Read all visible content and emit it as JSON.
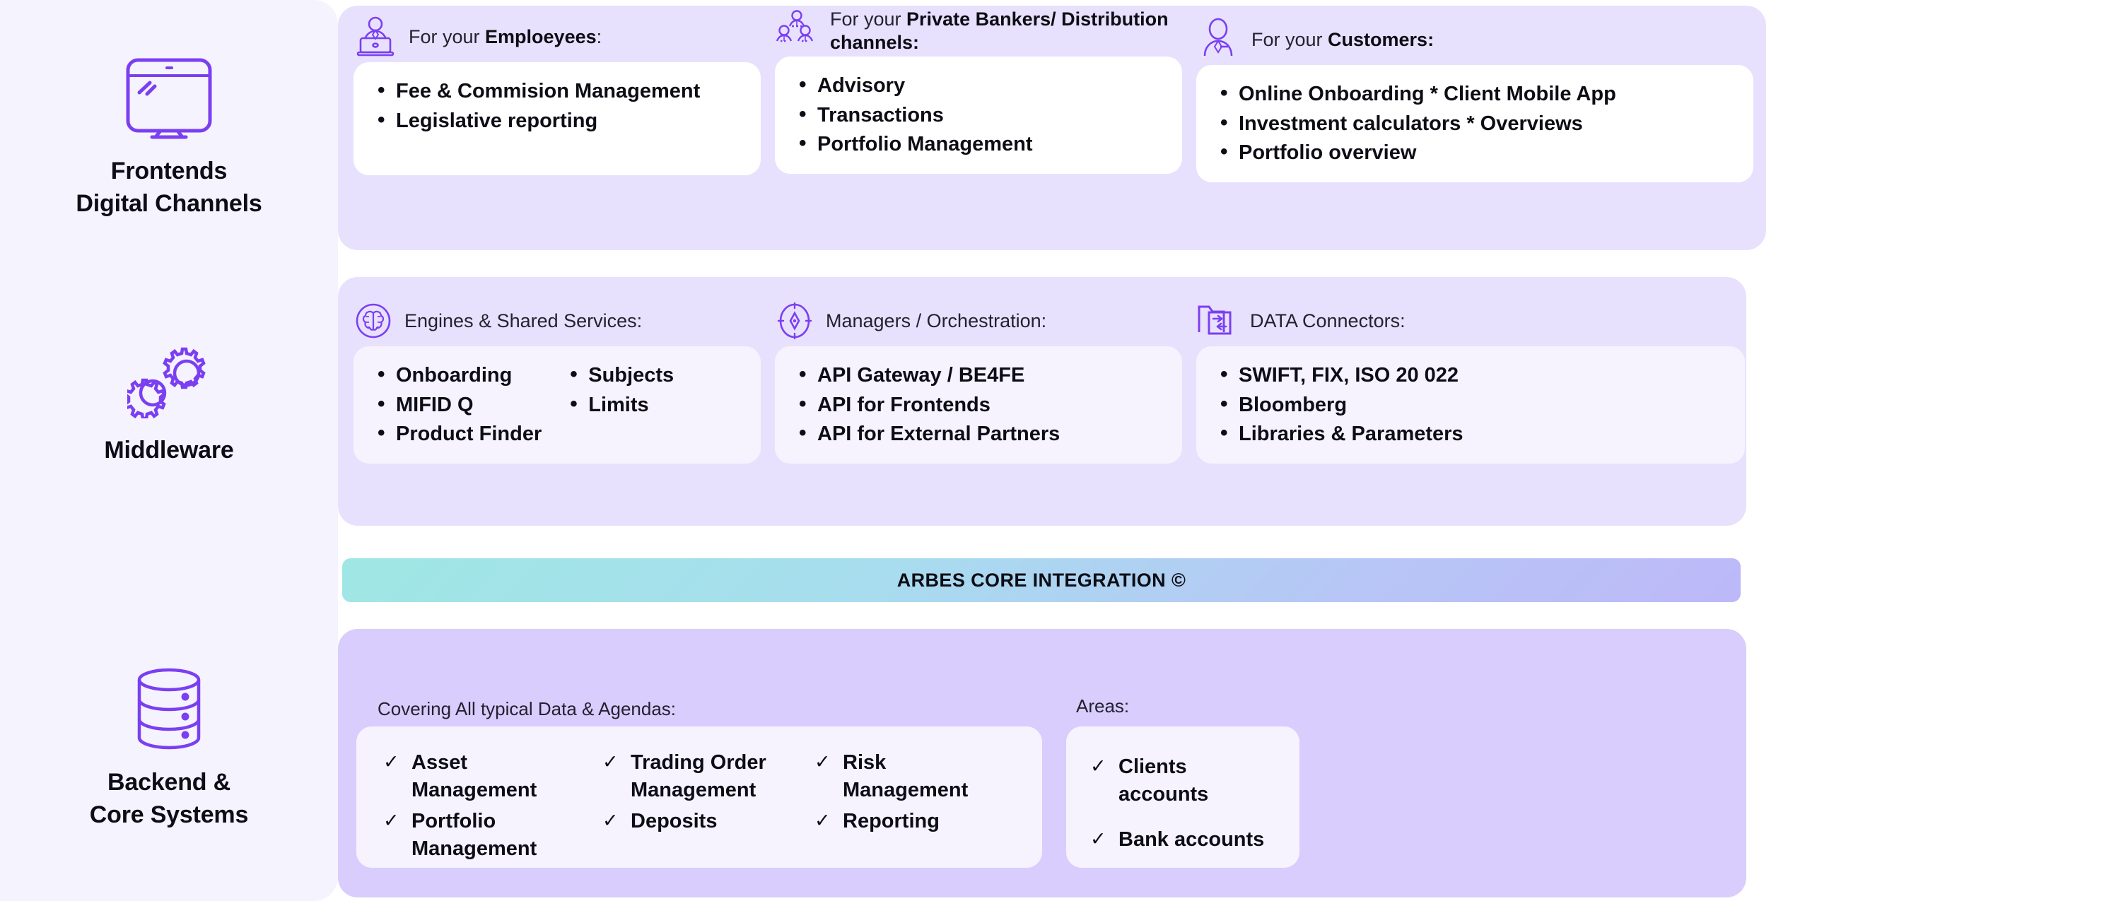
{
  "sidebar": {
    "items": [
      {
        "icon": "monitor-icon",
        "label": "Frontends\nDigital Channels",
        "label_line1": "Frontends",
        "label_line2": "Digital Channels"
      },
      {
        "icon": "gears-icon",
        "label": "Middleware",
        "label_line1": "Middleware",
        "label_line2": ""
      },
      {
        "icon": "database-icon",
        "label": "Backend &\nCore Systems",
        "label_line1": "Backend &",
        "label_line2": "Core Systems"
      }
    ]
  },
  "frontends_row": {
    "groups": [
      {
        "icon": "person-laptop-icon",
        "head_prefix": "For your ",
        "head_strong": "Emploeyees",
        "head_suffix": ":",
        "items": [
          "Fee & Commision Management",
          "Legislative reporting"
        ]
      },
      {
        "icon": "people-group-icon",
        "head_prefix": "For your ",
        "head_strong": "Private Bankers/ Distribution channels:",
        "head_suffix": "",
        "items": [
          "Advisory",
          "Transactions",
          "Portfolio Management"
        ]
      },
      {
        "icon": "person-icon",
        "head_prefix": "For your ",
        "head_strong": "Customers:",
        "head_suffix": "",
        "items": [
          "Online Onboarding  * Client Mobile App",
          "Investment calculators  * Overviews",
          "Portfolio overview"
        ]
      }
    ]
  },
  "middleware_row": {
    "groups": [
      {
        "icon": "brain-icon",
        "head": "Engines & Shared Services:",
        "items_col1": [
          "Onboarding",
          "MIFID Q",
          "Product Finder"
        ],
        "items_col2": [
          "Subjects",
          "Limits"
        ]
      },
      {
        "icon": "compass-icon",
        "head": "Managers / Orchestration:",
        "items": [
          "API Gateway / BE4FE",
          "API for Frontends",
          "API for External Partners"
        ]
      },
      {
        "icon": "data-connector-icon",
        "head": "DATA Connectors:",
        "items": [
          "SWIFT, FIX, ISO 20 022",
          "Bloomberg",
          "Libraries & Parameters"
        ]
      }
    ]
  },
  "core_banner": {
    "text": "ARBES CORE INTEGRATION ©",
    "gradient_from": "#9FE7E4",
    "gradient_to": "#BDB8F8"
  },
  "backend_row": {
    "agendas_label": "Covering All typical Data & Agendas:",
    "areas_label": "Areas:",
    "agendas_col1": [
      "Asset Management",
      "Portfolio Management"
    ],
    "agendas_col2": [
      "Trading Order Management",
      "Deposits"
    ],
    "agendas_col3": [
      "Risk Management",
      "Reporting"
    ],
    "areas_items": [
      "Clients accounts",
      "Bank accounts"
    ]
  },
  "theme": {
    "accent": "#7B3FF2",
    "band_light": "#E8E1FD",
    "band_strong": "#D9CDFD",
    "sidebar_bg": "#F5F3FE",
    "card_white": "#FFFFFF",
    "card_soft": "#F6F3FE",
    "text_dark": "#0D0D15"
  }
}
